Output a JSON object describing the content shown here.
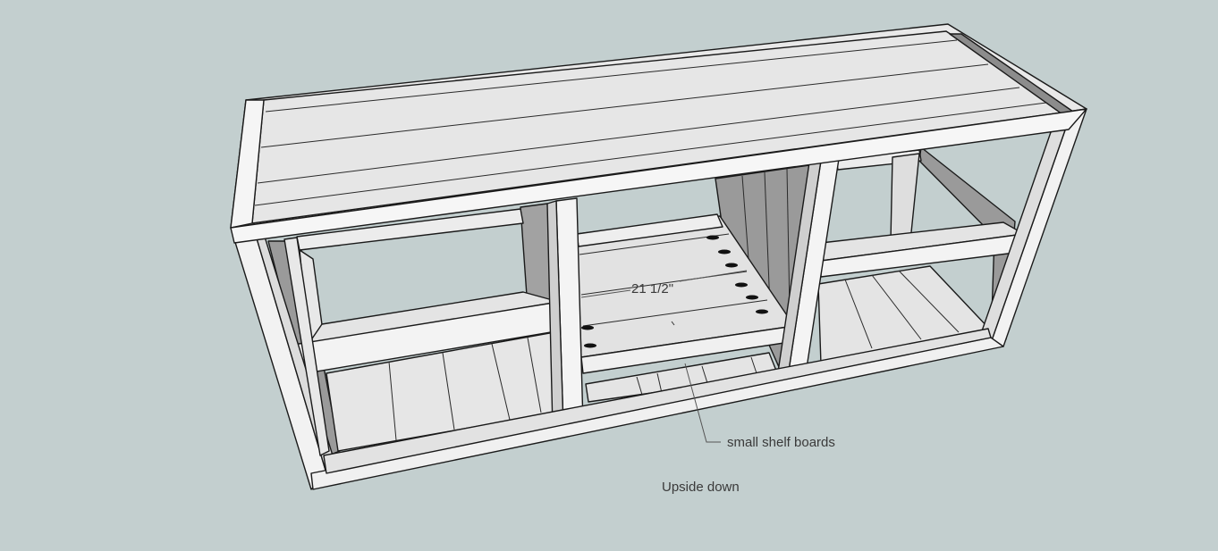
{
  "labels": {
    "dimension": "21 1/2\"",
    "callout": "small shelf boards",
    "caption": "Upside down"
  },
  "colors": {
    "background": "#c3cfcf",
    "face_light": "#ebebeb",
    "face_mid": "#d6d6d6",
    "face_dark": "#9a9a9a",
    "edge": "#1a1a1a"
  }
}
